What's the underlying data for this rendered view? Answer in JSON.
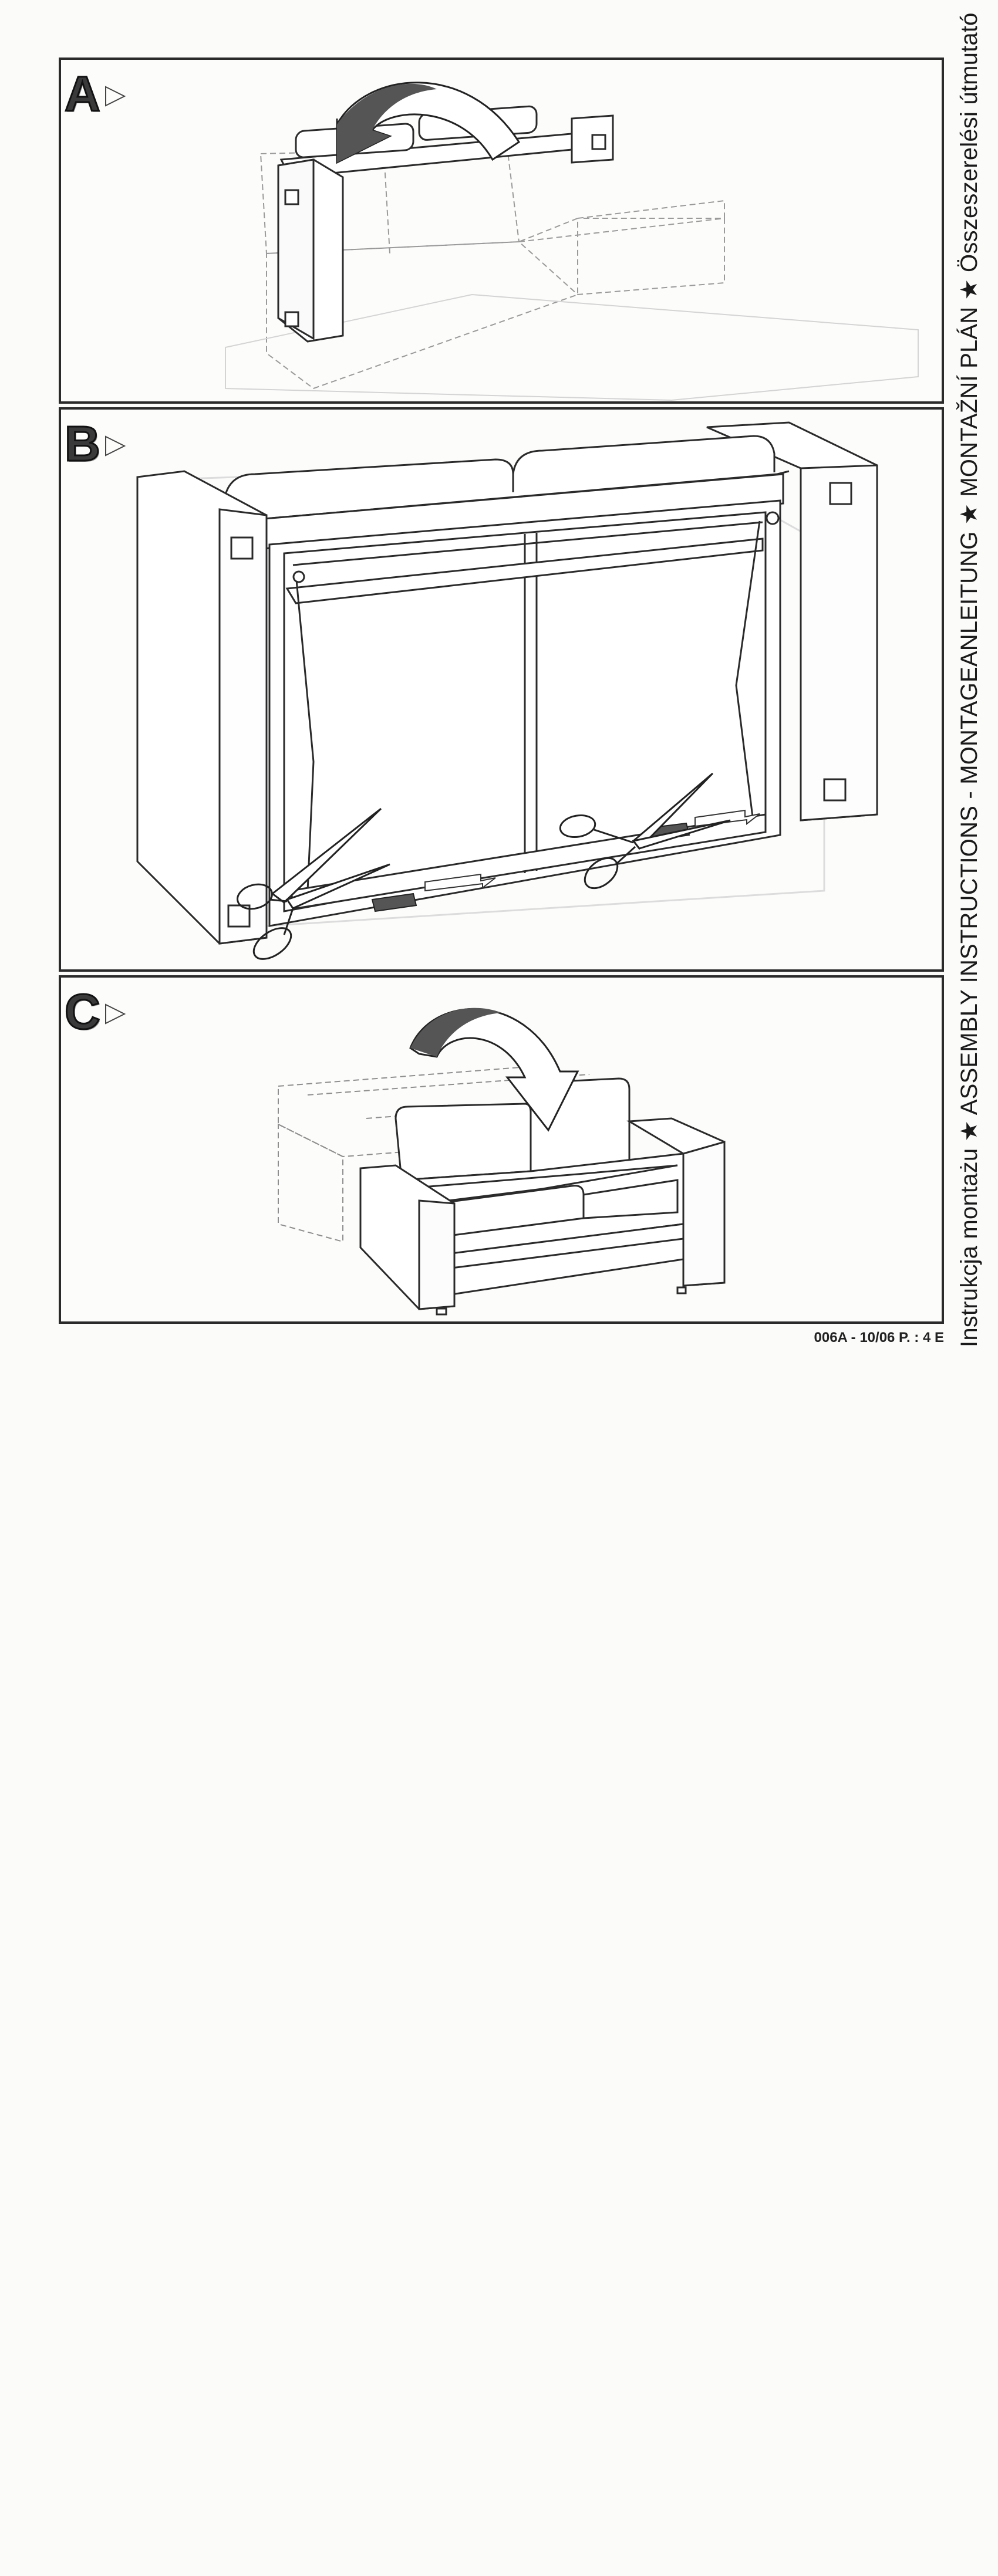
{
  "steps": [
    {
      "label": "A"
    },
    {
      "label": "B"
    },
    {
      "label": "C"
    }
  ],
  "side_title": "Instrukcja montażu ★ ASSEMBLY INSTRUCTIONS - MONTAGEANLEITUNG ★ MONTAŽNÍ PLÁN ★ Összeszerelési útmutató",
  "footer_code": "006A - 10/06 P. : 4 E",
  "icons": {
    "rotate_back": "curved-arrow-icon",
    "cut": "scissors-icon",
    "next_step": "triangle-right-icon"
  },
  "colors": {
    "line": "#2a2a2a",
    "ghost": "#d2d2d2",
    "strap": "#555555"
  }
}
